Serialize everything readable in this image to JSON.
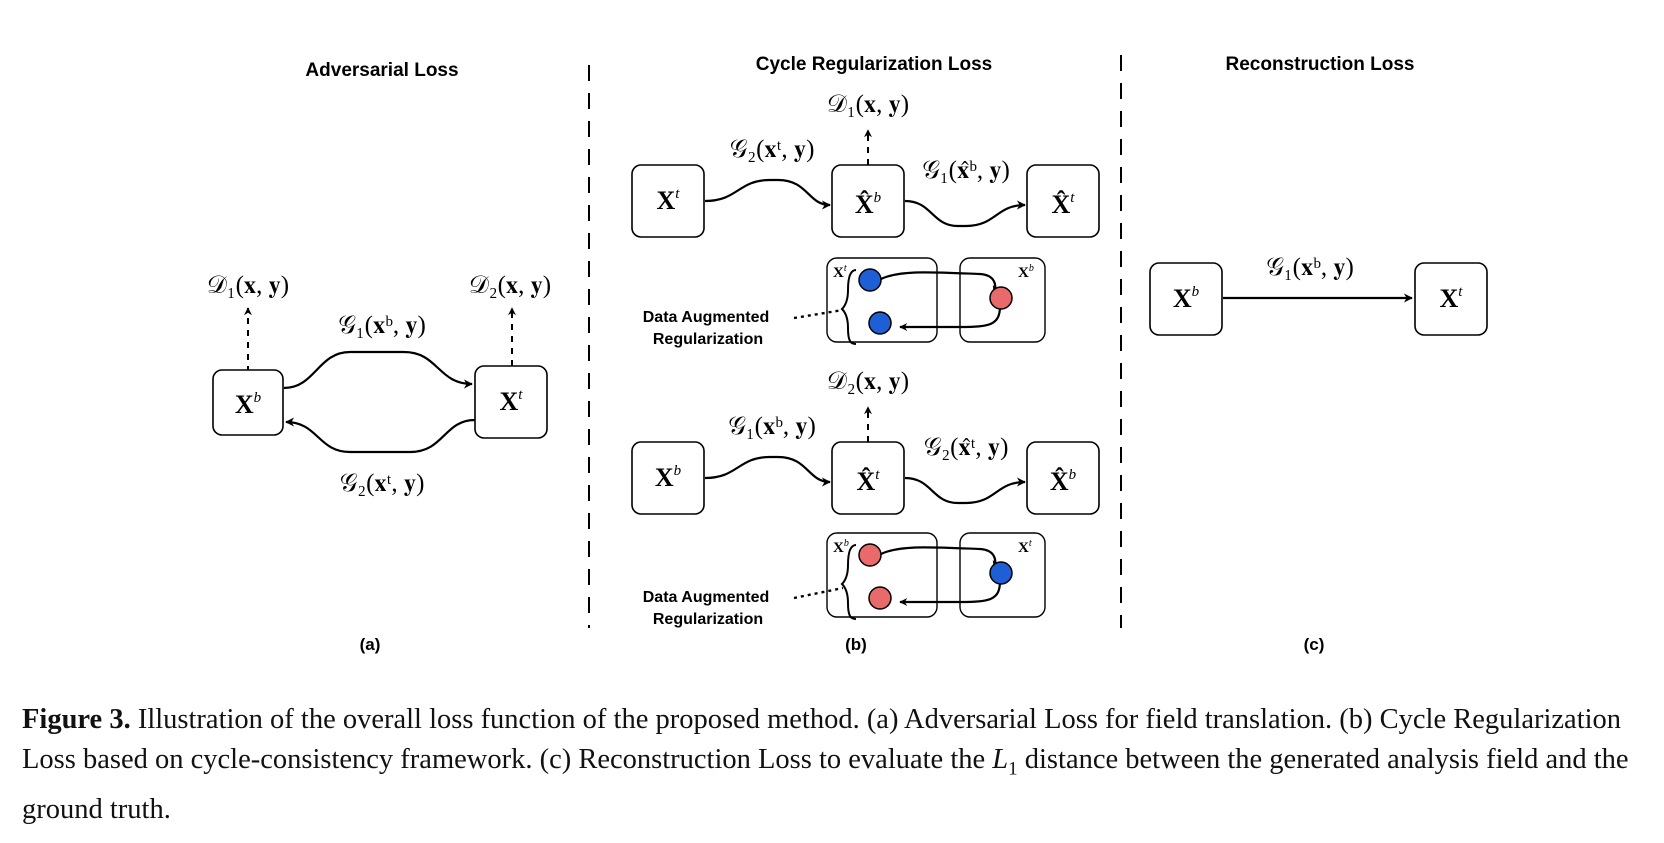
{
  "panels": {
    "a": {
      "title": "Adversarial Loss",
      "label": "(a)"
    },
    "b": {
      "title": "Cycle Regularization Loss",
      "label": "(b)"
    },
    "c": {
      "title": "Reconstruction Loss",
      "label": "(c)"
    }
  },
  "math": {
    "D1": "𝒟₁(𝐱, 𝐲)",
    "D2": "𝒟₂(𝐱, 𝐲)",
    "G1_xb": "𝒢₁(𝐱ᵇ, 𝐲)",
    "G2_xt": "𝒢₂(𝐱ᵗ, 𝐲)",
    "G1_hat_xb": "𝒢₁(𝐱̂ᵇ, 𝐲)",
    "G2_hat_xt": "𝒢₂(𝐱̂ᵗ, 𝐲)"
  },
  "nodes": {
    "Xb": {
      "base": "X",
      "sup": "b"
    },
    "Xt": {
      "base": "X",
      "sup": "t"
    },
    "Xb_hat": {
      "base": "X̂",
      "sup": "b"
    },
    "Xt_hat": {
      "base": "X̂",
      "sup": "t"
    }
  },
  "augmentation": {
    "label_line1": "Data Augmented",
    "label_line2": "Regularization",
    "colors": {
      "blue": "#1f5fd6",
      "red": "#e86a6a"
    }
  },
  "caption": {
    "figure_label": "Figure 3.",
    "part1": " Illustration of the overall loss function of the proposed method. (a) Adversarial Loss for field translation. (b) Cycle Regularization Loss based on cycle-consistency framework. (c) Reconstruction Loss to evaluate the ",
    "L": "L",
    "L_sub": "1",
    "part2": " distance between the generated analysis field and the ground truth."
  }
}
